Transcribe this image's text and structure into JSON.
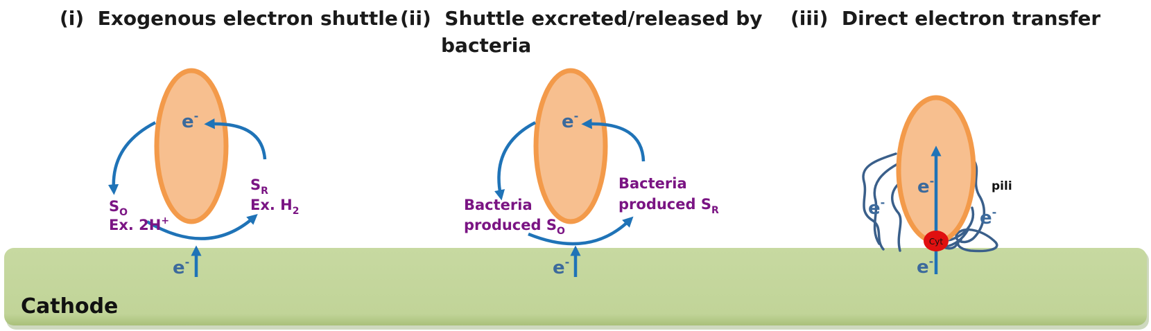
{
  "panels": [
    {
      "title": "(i)  Exogenous electron shuttle",
      "electron_top": "e",
      "electron_bottom": "e",
      "left_label": {
        "line1_main": "S",
        "line1_sub": "O",
        "line2_main": "Ex. 2H",
        "line2_sup": "+"
      },
      "right_label": {
        "line1_main": "S",
        "line1_sub": "R",
        "line2_main": "Ex. H",
        "line2_sub": "2"
      }
    },
    {
      "title_line1": "(ii)  Shuttle excreted/released by",
      "title_line2": "bacteria",
      "electron_top": "e",
      "electron_bottom": "e",
      "left_label": {
        "line1": "Bacteria",
        "line2_main": "produced S",
        "line2_sub": "O"
      },
      "right_label": {
        "line1": "Bacteria",
        "line2_main": "produced S",
        "line2_sub": "R"
      }
    },
    {
      "title": "(iii)  Direct electron transfer",
      "electron_center": "e",
      "electron_left": "e",
      "electron_right": "e",
      "electron_bottom": "e",
      "pili_label": "pili",
      "cyt_label": "Cyt"
    }
  ],
  "electron_superscript": "-",
  "cathode_label": "Cathode",
  "colors": {
    "cathode_fill": "#c3d69b",
    "cathode_edge": "#9bb56a",
    "cell_fill": "#f7bf8f",
    "cell_stroke": "#f39a4a",
    "arrow": "#1f73b7",
    "label_purple": "#7a1483",
    "electron_text": "#3c6a9c",
    "pili": "#3a5f8a",
    "cytochrome": "#e01010"
  }
}
